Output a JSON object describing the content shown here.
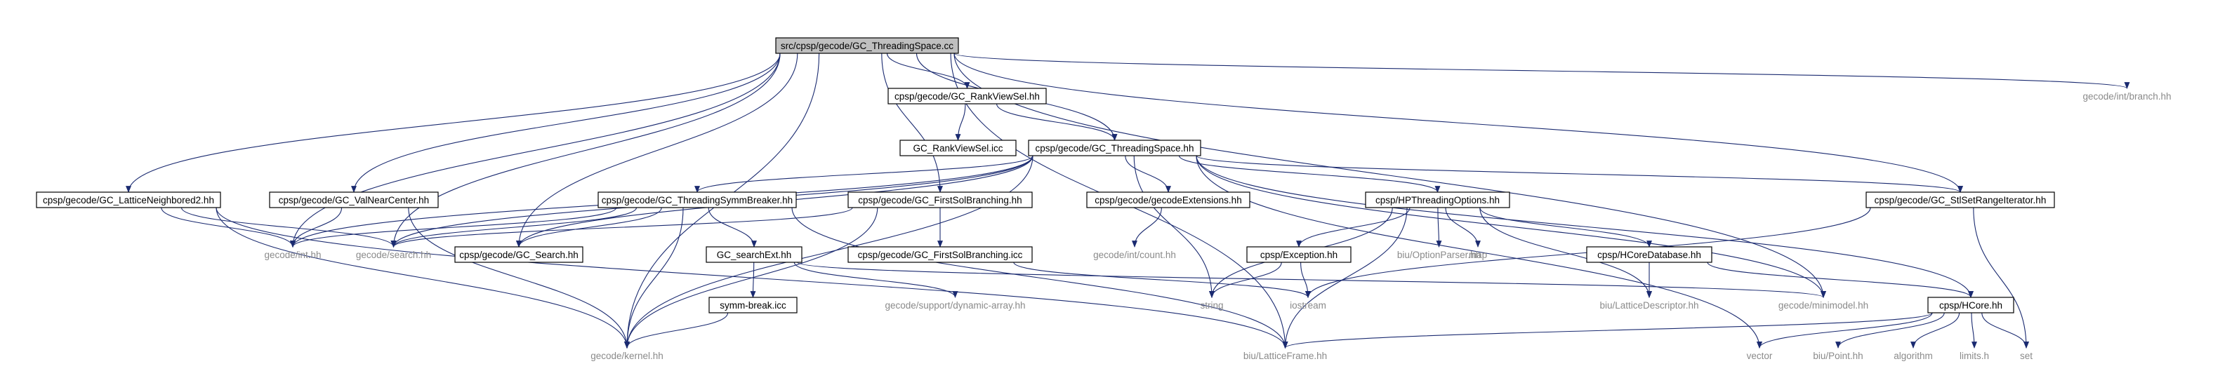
{
  "graph": {
    "root": "src/cpsp/gecode/GC_ThreadingSpace.cc",
    "nodes": [
      {
        "id": "root",
        "label": "src/cpsp/gecode/GC_ThreadingSpace.cc",
        "kind": "root"
      },
      {
        "id": "branch",
        "label": "gecode/int/branch.hh",
        "kind": "system"
      },
      {
        "id": "rankviewsel",
        "label": "cpsp/gecode/GC_RankViewSel.hh",
        "kind": "user"
      },
      {
        "id": "rankviewselicc",
        "label": "GC_RankViewSel.icc",
        "kind": "user"
      },
      {
        "id": "threadingspacehh",
        "label": "cpsp/gecode/GC_ThreadingSpace.hh",
        "kind": "user"
      },
      {
        "id": "latticeneighbored2",
        "label": "cpsp/gecode/GC_LatticeNeighbored2.hh",
        "kind": "user"
      },
      {
        "id": "valnearcenter",
        "label": "cpsp/gecode/GC_ValNearCenter.hh",
        "kind": "user"
      },
      {
        "id": "threadingsymmbreaker",
        "label": "cpsp/gecode/GC_ThreadingSymmBreaker.hh",
        "kind": "user"
      },
      {
        "id": "firstsolbranchinghh",
        "label": "cpsp/gecode/GC_FirstSolBranching.hh",
        "kind": "user"
      },
      {
        "id": "gecodeextensions",
        "label": "cpsp/gecode/gecodeExtensions.hh",
        "kind": "user"
      },
      {
        "id": "hpthreadingoptions",
        "label": "cpsp/HPThreadingOptions.hh",
        "kind": "user"
      },
      {
        "id": "stlsetrangeiterator",
        "label": "cpsp/gecode/GC_StlSetRangeIterator.hh",
        "kind": "user"
      },
      {
        "id": "gecodeint",
        "label": "gecode/int.hh",
        "kind": "system"
      },
      {
        "id": "gecodesearch",
        "label": "gecode/search.hh",
        "kind": "system"
      },
      {
        "id": "gcsearch",
        "label": "cpsp/gecode/GC_Search.hh",
        "kind": "user"
      },
      {
        "id": "searchext",
        "label": "GC_searchExt.hh",
        "kind": "user"
      },
      {
        "id": "firstsolbranchingicc",
        "label": "cpsp/gecode/GC_FirstSolBranching.icc",
        "kind": "user"
      },
      {
        "id": "intcount",
        "label": "gecode/int/count.hh",
        "kind": "system"
      },
      {
        "id": "exception",
        "label": "cpsp/Exception.hh",
        "kind": "user"
      },
      {
        "id": "optionparser",
        "label": "biu/OptionParser.hh",
        "kind": "system"
      },
      {
        "id": "map",
        "label": "map",
        "kind": "system"
      },
      {
        "id": "hcoredatabase",
        "label": "cpsp/HCoreDatabase.hh",
        "kind": "user"
      },
      {
        "id": "symmbreakicc",
        "label": "symm-break.icc",
        "kind": "user"
      },
      {
        "id": "dynamicarray",
        "label": "gecode/support/dynamic-array.hh",
        "kind": "system"
      },
      {
        "id": "string",
        "label": "string",
        "kind": "system"
      },
      {
        "id": "iostream",
        "label": "iostream",
        "kind": "system"
      },
      {
        "id": "latticedescriptor",
        "label": "biu/LatticeDescriptor.hh",
        "kind": "system"
      },
      {
        "id": "minimodel",
        "label": "gecode/minimodel.hh",
        "kind": "system"
      },
      {
        "id": "hcore",
        "label": "cpsp/HCore.hh",
        "kind": "user"
      },
      {
        "id": "kernel",
        "label": "gecode/kernel.hh",
        "kind": "system"
      },
      {
        "id": "latticeframe",
        "label": "biu/LatticeFrame.hh",
        "kind": "system"
      },
      {
        "id": "vector",
        "label": "vector",
        "kind": "system"
      },
      {
        "id": "point",
        "label": "biu/Point.hh",
        "kind": "system"
      },
      {
        "id": "algorithm",
        "label": "algorithm",
        "kind": "system"
      },
      {
        "id": "limits",
        "label": "limits.h",
        "kind": "system"
      },
      {
        "id": "set",
        "label": "set",
        "kind": "system"
      }
    ]
  }
}
